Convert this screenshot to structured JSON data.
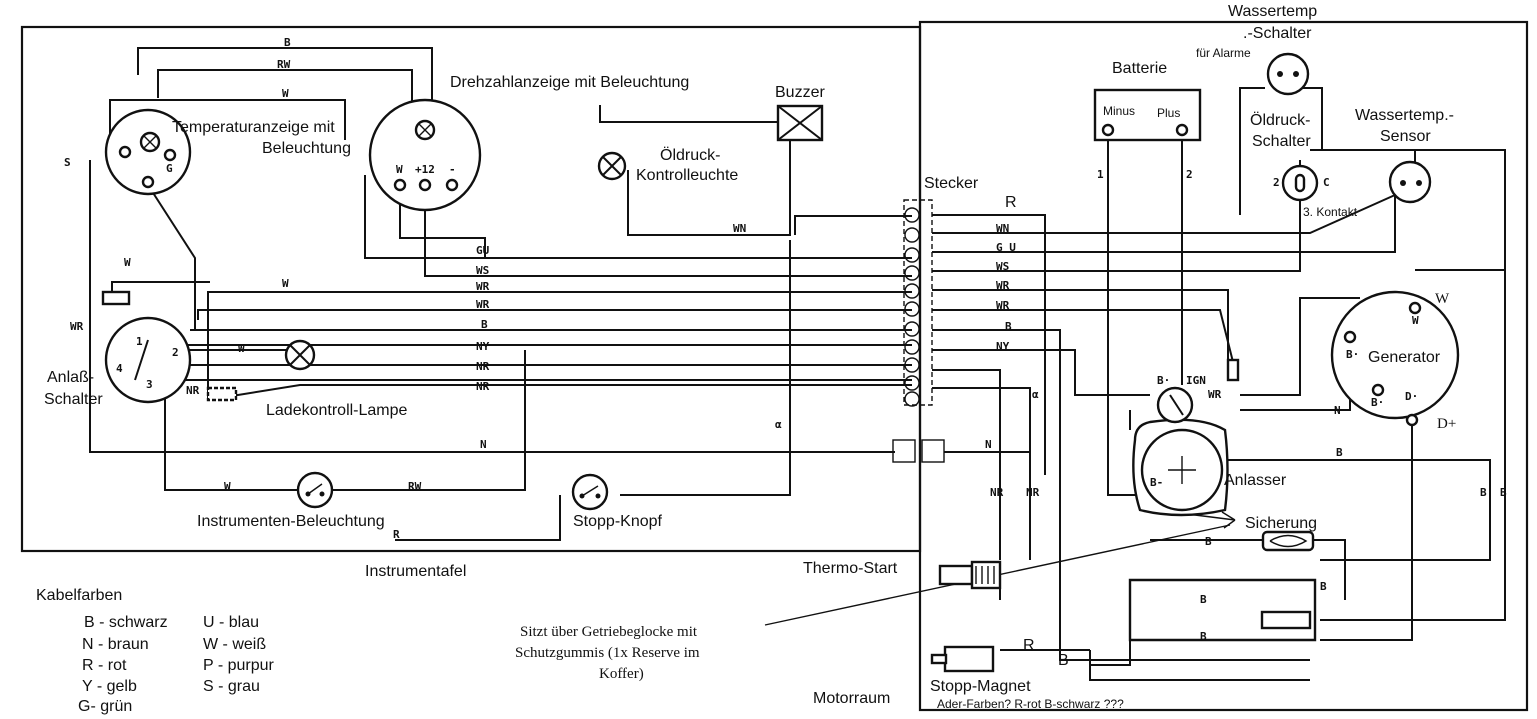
{
  "labels": {
    "drehzahl": "Drehzahlanzeige mit Beleuchtung",
    "temp1": "Temperaturanzeige mit",
    "temp2": "Beleuchtung",
    "buzzer": "Buzzer",
    "oeldruck_kl1": "Öldruck-",
    "oeldruck_kl2": "Kontrolleuchte",
    "stecker": "Stecker",
    "batterie": "Batterie",
    "minus": "Minus",
    "plus": "Plus",
    "wassertemp_schalter1": "Wassertemp",
    "wassertemp_schalter2": ".-Schalter",
    "fuer_alarme": "für Alarme",
    "oeldruck_schalter1": "Öldruck-",
    "oeldruck_schalter2": "Schalter",
    "kontakt3": "3. Kontakt",
    "wassertemp_sensor1": "Wassertemp.-",
    "wassertemp_sensor2": "Sensor",
    "generator": "Generator",
    "w_term": "W",
    "d_plus": "D+",
    "anlasser": "Anlasser",
    "sicherung": "Sicherung",
    "anlass_schalter1": "Anlaß-",
    "anlass_schalter2": "Schalter",
    "ladekontroll": "Ladekontroll-Lampe",
    "instr_bel": "Instrumenten-Beleuchtung",
    "stopp_knopf": "Stopp-Knopf",
    "instrumententafel": "Instrumentafel",
    "thermo_start": "Thermo-Start",
    "motorraum": "Motorraum",
    "stopp_magnet": "Stopp-Magnet",
    "ader_farben": "Ader-Farben? R-rot B-schwarz ???",
    "r_top": "R",
    "r_mag": "R",
    "b_mag": "B",
    "note1": "Sitzt über Getriebeglocke mit",
    "note2": "Schutzgummis (1x Reserve im",
    "note3": "Koffer)"
  },
  "legend": {
    "title": "Kabelfarben",
    "col1": [
      "B - schwarz",
      "N - braun",
      "R - rot",
      "Y - gelb",
      "G- grün"
    ],
    "col2": [
      "U - blau",
      "W - weiß",
      "P - purpur",
      "S - grau"
    ]
  },
  "codes": {
    "b_top": "B",
    "rw_top": "RW",
    "w_top": "W",
    "gu": "GU",
    "ws": "WS",
    "wr1": "WR",
    "wr2": "WR",
    "b_mid": "B",
    "ny": "NY",
    "nr1": "NR",
    "nr2": "NR",
    "wn": "WN",
    "w_left": "W",
    "w_mid": "W",
    "wr_left": "WR",
    "n_bot": "N",
    "n_right": "N",
    "w_bot": "W",
    "rw_bot": "RW",
    "r_bot": "R",
    "nr_sw": "NR",
    "r_st": "R",
    "wn_st": "WN",
    "gu_st": "G U",
    "ws_st": "WS",
    "wr1_st": "WR",
    "wr2_st": "WR",
    "b_st": "B",
    "ny_st": "NY",
    "nr_m1": "NR",
    "nr_m2": "NR",
    "b_anl": "B·",
    "ign": "IGN",
    "wr_anl": "WR",
    "b_gen": "B·",
    "w_gen": "W",
    "b_gen2": "B·",
    "d_gen": "D·",
    "n_gen": "N",
    "b_gen3": "B",
    "b_right1": "B",
    "b_right2": "B",
    "b_sich": "B",
    "b_low1": "B",
    "b_low2": "B",
    "b_low3": "B",
    "one": "1",
    "two": "2",
    "c_oel": "C",
    "two_oel": "2",
    "s_temp": "S",
    "g_temp": "G",
    "w_drz": "W",
    "p12": "+12",
    "minus_drz": "-",
    "alpha1": "α",
    "alpha2": "α",
    "sw1": "1",
    "sw2": "2",
    "sw3": "3",
    "sw4": "4",
    "b_anl2": "B-"
  }
}
